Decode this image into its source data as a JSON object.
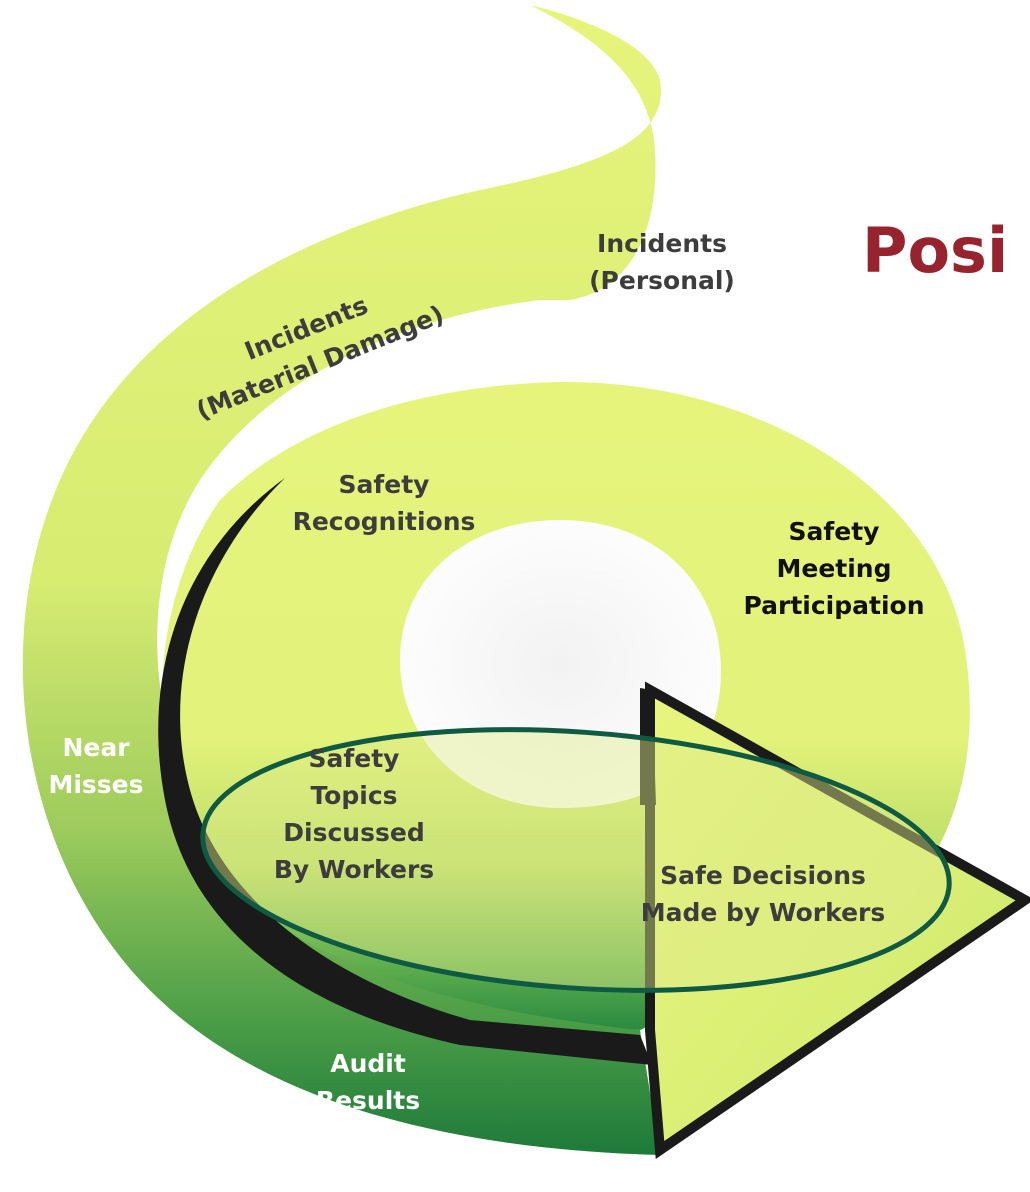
{
  "diagram": {
    "title": "Posi",
    "labels": {
      "incidents_personal": [
        "Incidents",
        "(Personal)"
      ],
      "incidents_material": [
        "Incidents",
        "(Material Damage)"
      ],
      "safety_recognitions": [
        "Safety",
        "Recognitions"
      ],
      "safety_meeting": [
        "Safety",
        "Meeting",
        "Participation"
      ],
      "near_misses": [
        "Near",
        "Misses"
      ],
      "safety_topics": [
        "Safety",
        "Topics",
        "Discussed",
        "By Workers"
      ],
      "safe_decisions": [
        "Safe Decisions",
        "Made by Workers"
      ],
      "audit_results": [
        "Audit",
        "Results"
      ]
    },
    "colors": {
      "light_band": "#e2f27a",
      "dark_band": "#1e7a3a",
      "title": "#96232d",
      "ellipse_outline": "#0f5a43",
      "arrow_shadow": "#1a1a1a"
    }
  }
}
